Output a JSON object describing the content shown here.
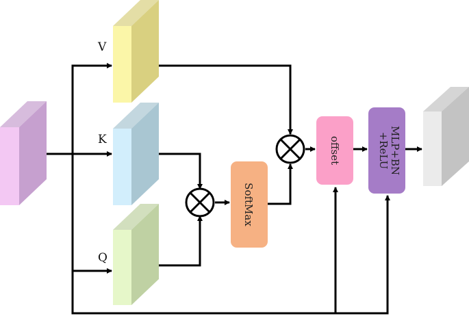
{
  "labels": {
    "v": "V",
    "k": "K",
    "q": "Q"
  },
  "blocks": {
    "softmax": "SoftMax",
    "offset": "offset",
    "mlp_line1": "MLP+BN",
    "mlp_line2": "+ReLU"
  },
  "colors": {
    "input_front": "#f3c8f3",
    "input_side": "#c6a0cf",
    "v_front": "#fbf6a8",
    "v_side": "#d9d080",
    "k_front": "#d2eefc",
    "k_side": "#a9c6d2",
    "q_front": "#e6f7c9",
    "q_side": "#bfd1a3",
    "output_front": "#ebebeb",
    "output_side": "#c3c3c3",
    "softmax": "#f6b183",
    "offset": "#fba0c8",
    "mlp": "#a57cc7"
  }
}
